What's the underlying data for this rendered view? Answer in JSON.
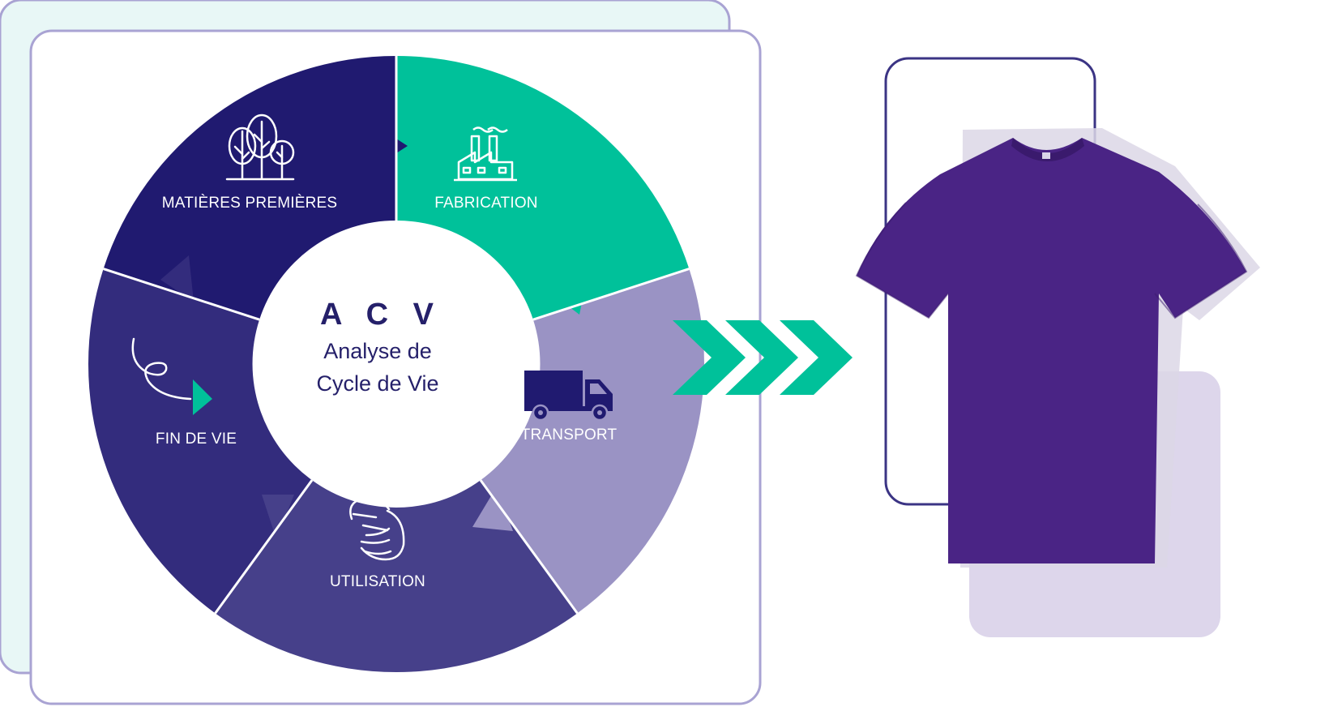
{
  "diagram": {
    "center": {
      "title": "A C V",
      "subtitle_line1": "Analyse de",
      "subtitle_line2": "Cycle de Vie"
    },
    "stages": [
      {
        "id": "matieres-premieres",
        "label": "MATIÈRES PREMIÈRES",
        "icon": "trees-icon",
        "color": "#201a70"
      },
      {
        "id": "fabrication",
        "label": "FABRICATION",
        "icon": "factory-icon",
        "color": "#00c19a"
      },
      {
        "id": "transport",
        "label": "TRANSPORT",
        "icon": "truck-icon",
        "color": "#9a93c4"
      },
      {
        "id": "utilisation",
        "label": "UTILISATION",
        "icon": "hand-washing-icon",
        "color": "#46408a"
      },
      {
        "id": "fin-de-vie",
        "label": "FIN DE VIE",
        "icon": "loop-arrow-icon",
        "color": "#332c7d"
      }
    ],
    "arrow_color": "#00c19a",
    "product": {
      "icon": "tshirt-icon",
      "color": "#4a2485"
    }
  }
}
